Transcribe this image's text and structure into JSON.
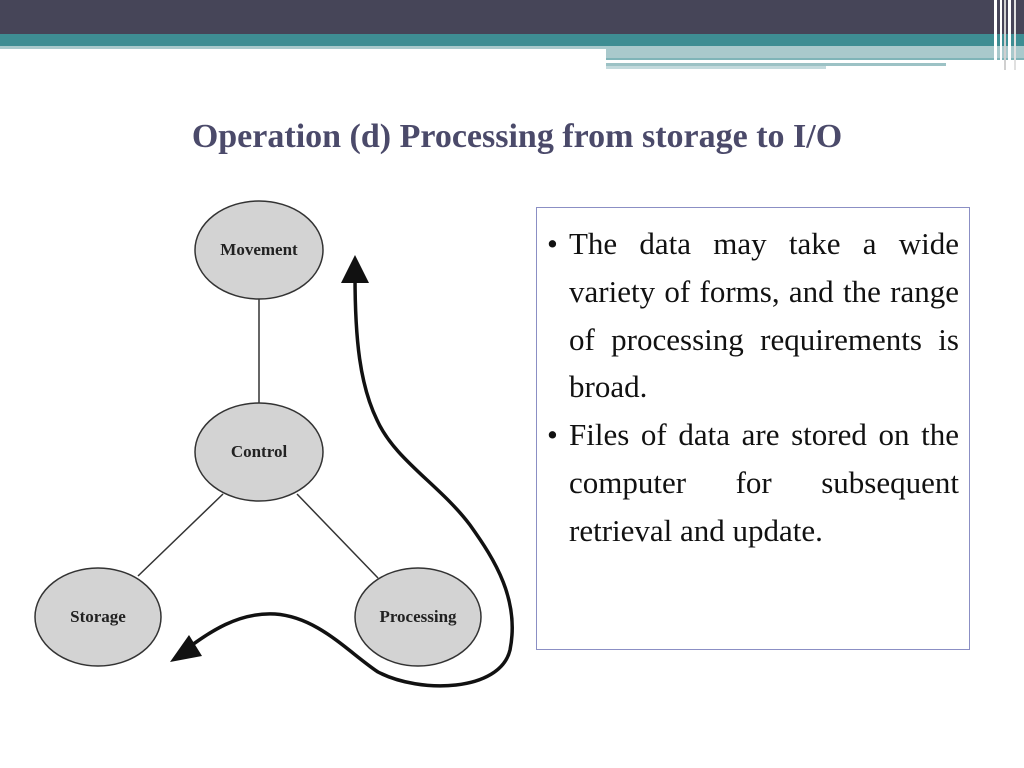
{
  "slide": {
    "title": "Operation (d) Processing from storage to I/O",
    "colors": {
      "header_dark": "#464558",
      "header_teal": "#3e8d93",
      "title": "#4b4a6a",
      "node_fill": "#d3d3d3"
    }
  },
  "diagram": {
    "nodes": [
      {
        "id": "movement",
        "label": "Movement"
      },
      {
        "id": "control",
        "label": "Control"
      },
      {
        "id": "storage",
        "label": "Storage"
      },
      {
        "id": "processing",
        "label": "Processing"
      }
    ],
    "edges": [
      {
        "from": "movement",
        "to": "control"
      },
      {
        "from": "control",
        "to": "storage"
      },
      {
        "from": "control",
        "to": "processing"
      }
    ],
    "flow_arrows": [
      "storage-to-movement"
    ]
  },
  "text_box": {
    "bullet_char": "•",
    "bullets": [
      "The data may take a wide variety of forms, and the range of processing requirements is broad.",
      "Files of data are stored on the computer for subsequent retrieval and update."
    ]
  }
}
